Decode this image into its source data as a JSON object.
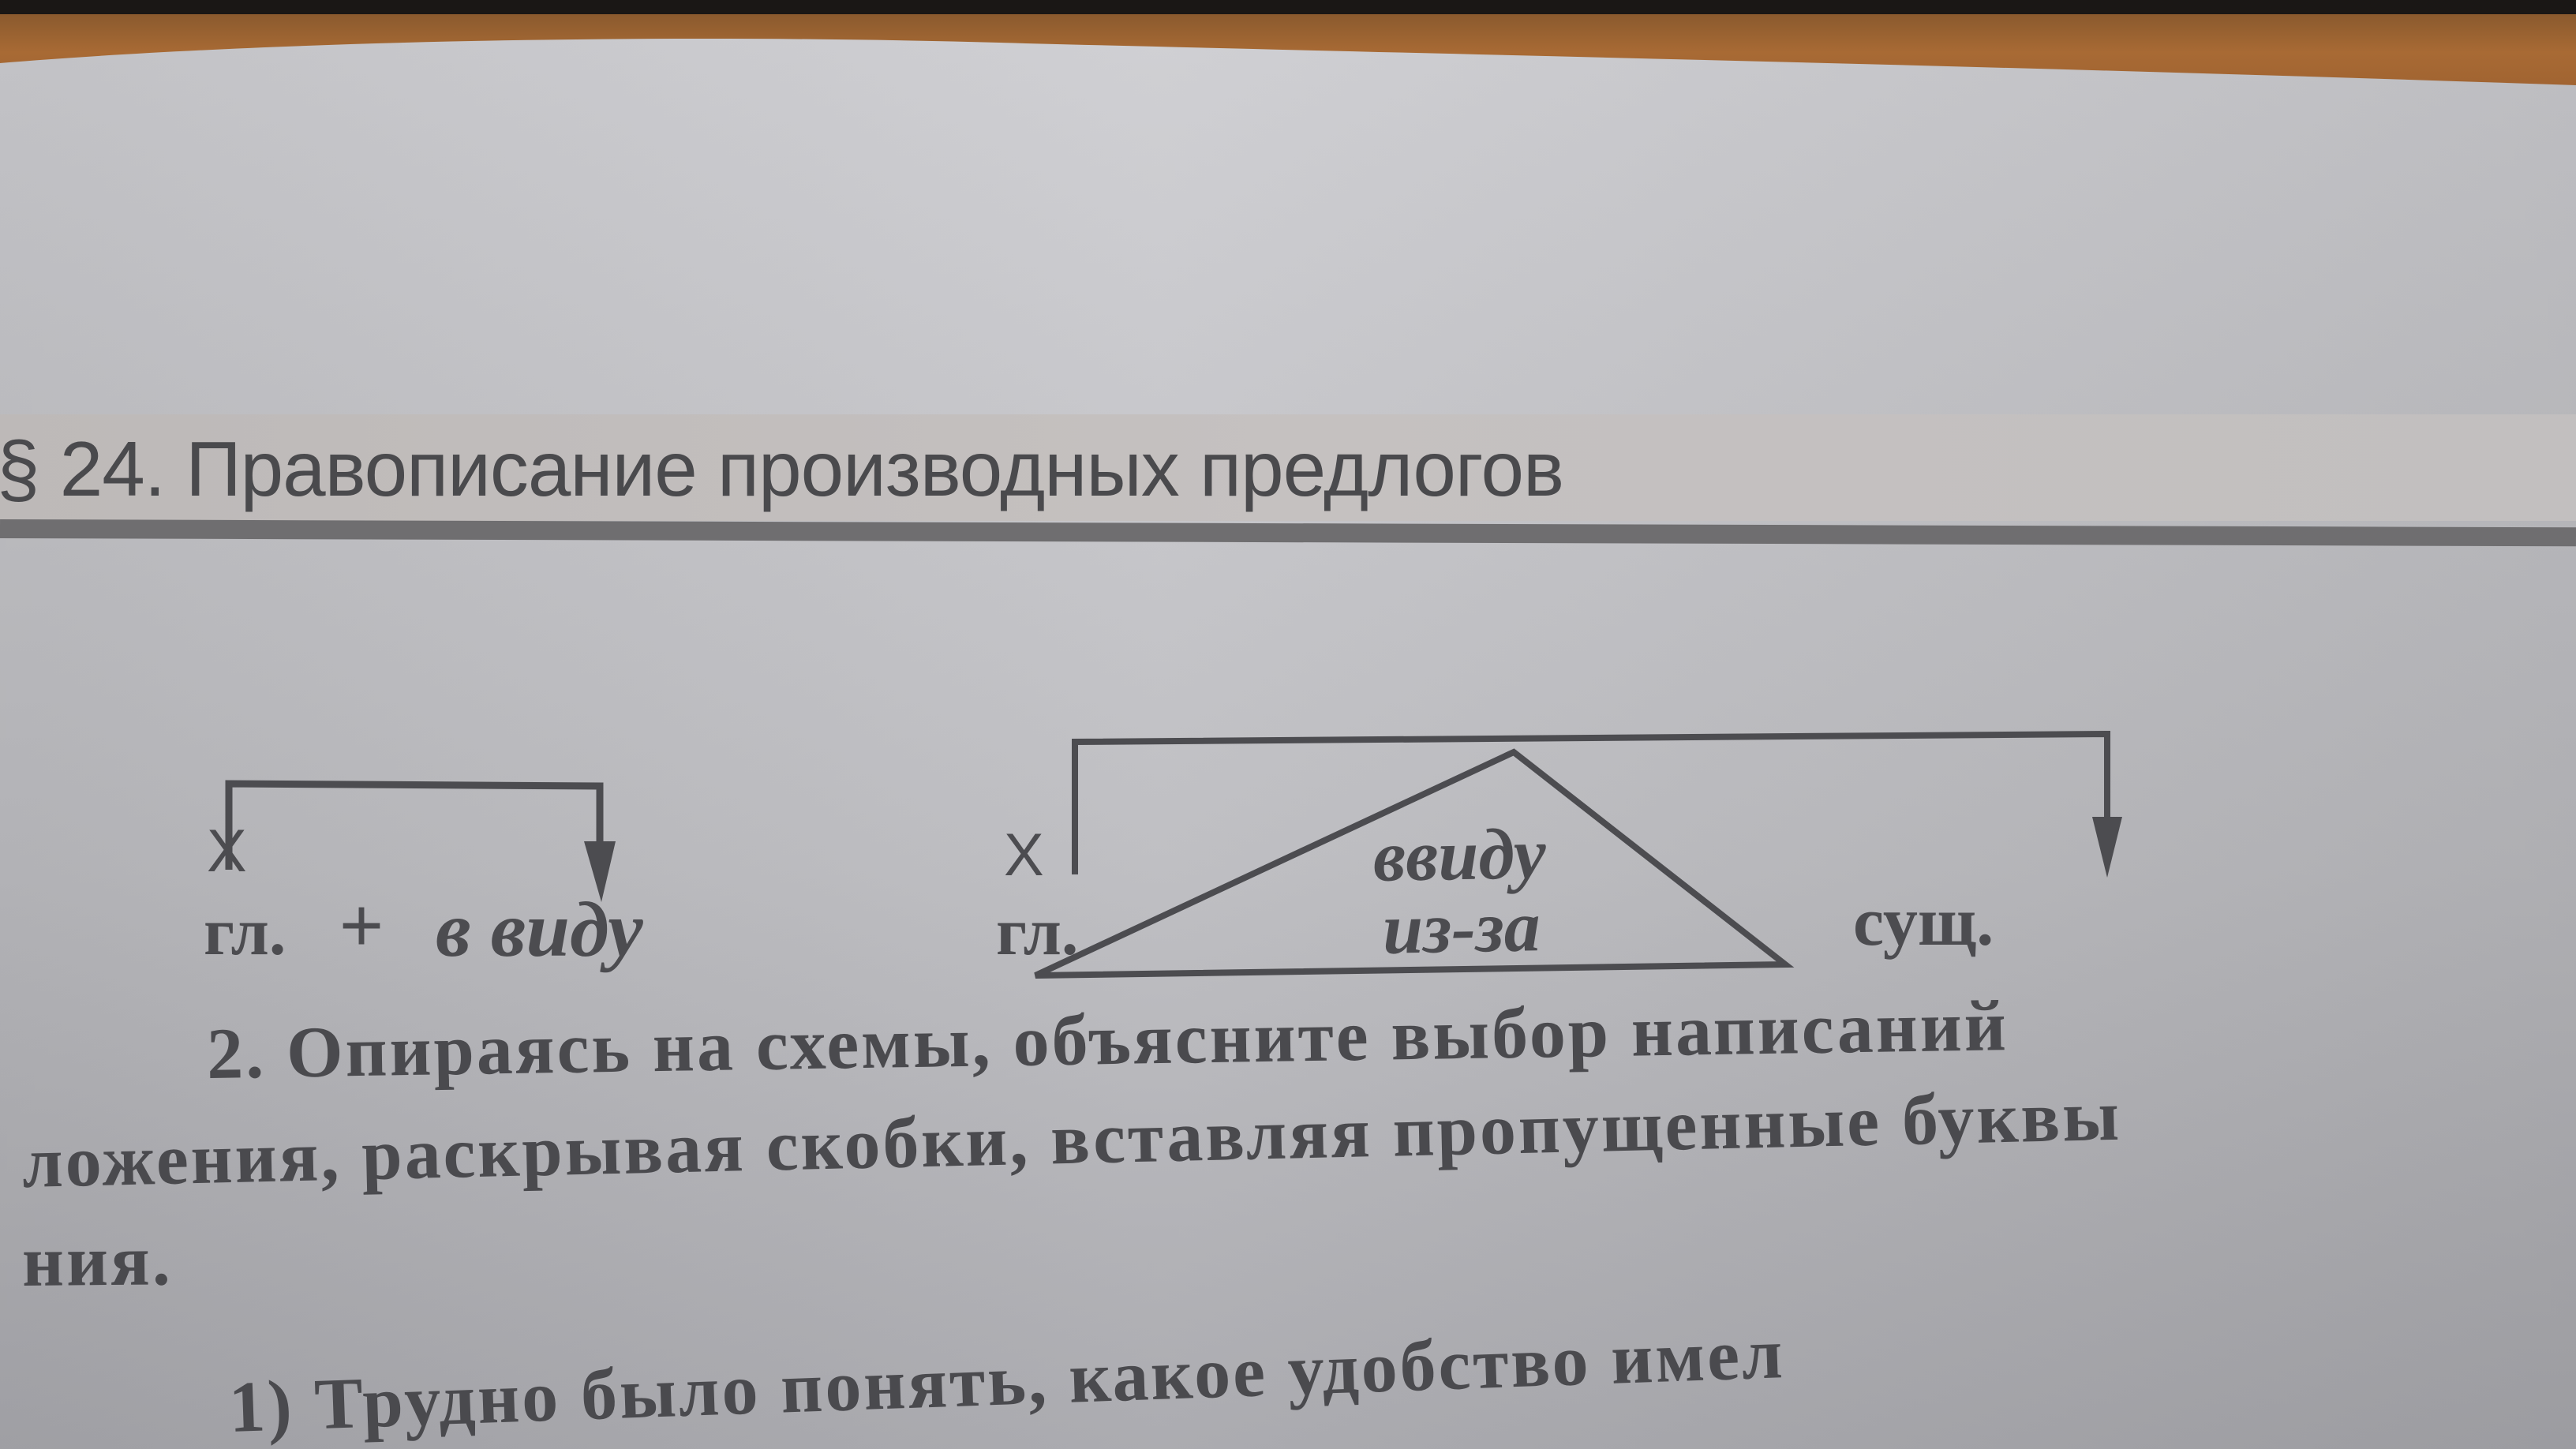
{
  "section": {
    "title": "§ 24. Правописание производных предлогов"
  },
  "diagrams": [
    {
      "id": "scheme-1",
      "x_mark": "X",
      "left_label": "гл.",
      "plus": "+",
      "preposition": "в виду"
    },
    {
      "id": "scheme-2",
      "x_mark": "X",
      "left_label": "гл.",
      "triangle_top": "ввиду",
      "triangle_bottom": "из-за",
      "right_label": "сущ."
    }
  ],
  "task": {
    "number": "2.",
    "line1": "Опираясь на схемы, объясните выбор написаний",
    "line2": "ложения, раскрывая скобки, вставляя пропущенные буквы",
    "line3": "ния."
  },
  "exercise_items": [
    {
      "number": "1)",
      "text": "Трудно было понять, какое удобство имел"
    }
  ],
  "colors": {
    "paper": "#c6c6ca",
    "ink": "#4a4a4e",
    "header_band": "#c2bfbf",
    "header_rule": "#6f6e70",
    "table_edge": "#a86a34",
    "background_dark": "#1a1715"
  }
}
